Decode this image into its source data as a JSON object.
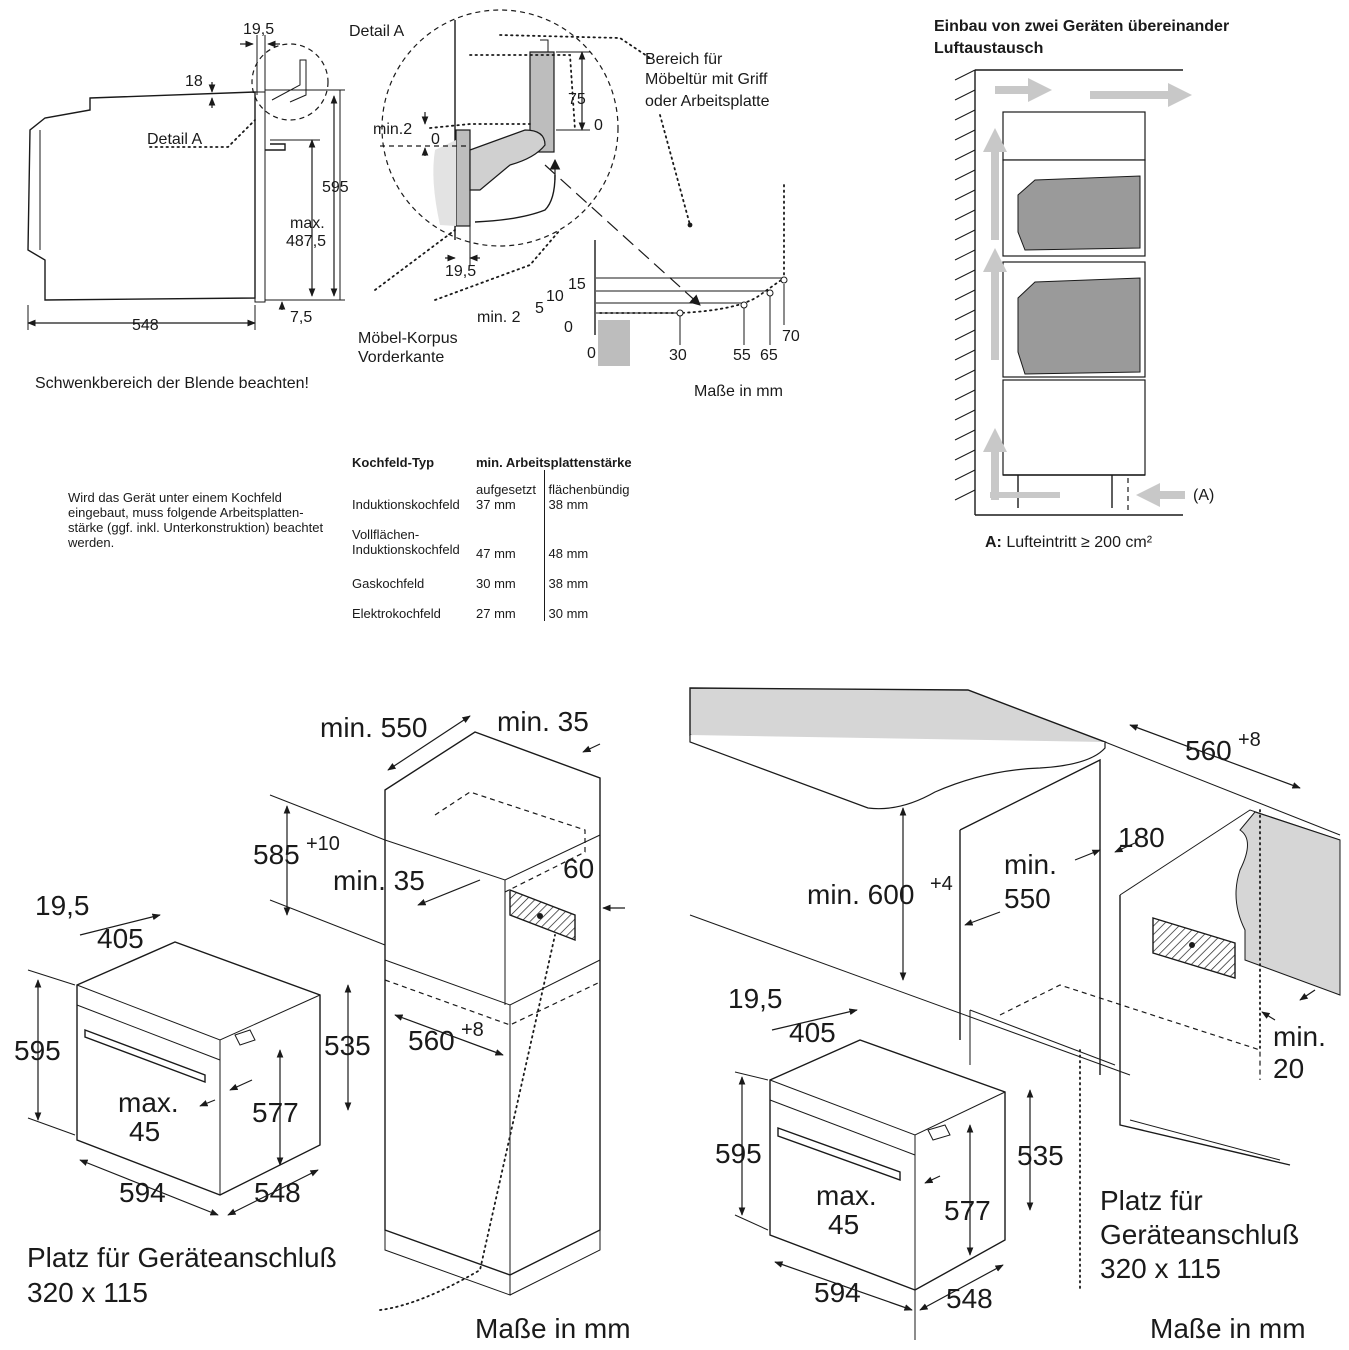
{
  "top_left": {
    "dim_19_5_top": "19,5",
    "dim_18": "18",
    "detail_a_label": "Detail A",
    "dim_595": "595",
    "dim_max": "max.",
    "dim_487_5": "487,5",
    "dim_548": "548",
    "dim_7_5": "7,5",
    "caution": "Schwenkbereich der Blende beachten!"
  },
  "detail_a": {
    "title": "Detail A",
    "area_label_line1": "Bereich für",
    "area_label_line2": "Möbeltür mit Griff",
    "area_label_line3": "oder Arbeitsplatte",
    "min2_top": "min.2",
    "zero_top": "0",
    "dim_75": "75",
    "zero_right": "0",
    "dim_19_5": "19,5",
    "corpus_line1": "Möbel-Korpus",
    "corpus_line2": "Vorderkante",
    "y15": "15",
    "y10": "10",
    "y5": "5",
    "y0": "0",
    "min2_bottom": "min. 2",
    "x0": "0",
    "x30": "30",
    "x55": "55",
    "x65": "65",
    "x70": "70",
    "units": "Maße in mm"
  },
  "note": {
    "text": "Wird das Gerät unter einem Kochfeld eingebaut, muss folgende Arbeitsplatten-stärke (ggf. inkl. Unterkonstruktion) beachtet werden."
  },
  "hob_table": {
    "col_type": "Kochfeld-Typ",
    "col_min": "min. Arbeitsplattenstärke",
    "sub_on": "aufgesetzt",
    "sub_flush": "flächenbündig",
    "rows": [
      {
        "type": "Induktionskochfeld",
        "on": "37 mm",
        "flush": "38 mm"
      },
      {
        "type": "Vollflächen-Induktionskochfeld",
        "on": "47 mm",
        "flush": "48 mm"
      },
      {
        "type": "Gaskochfeld",
        "on": "30 mm",
        "flush": "38 mm"
      },
      {
        "type": "Elektrokochfeld",
        "on": "27 mm",
        "flush": "30 mm"
      }
    ]
  },
  "two_units": {
    "title_line1": "Einbau von zwei Geräten übereinander",
    "title_line2": "Luftaustausch",
    "marker_a": "(A)",
    "caption_bold": "A:",
    "caption_text": " Lufteintritt ≥ 200 cm²"
  },
  "tall_cabinet": {
    "min550": "min. 550",
    "min35_top": "min. 35",
    "h585": "585",
    "h585_sup": "+10",
    "min35_mid": "min. 35",
    "d60": "60",
    "w560": "560",
    "w560_sup": "+8",
    "oven_19_5": "19,5",
    "oven_405": "405",
    "oven_595": "595",
    "oven_535": "535",
    "oven_max": "max.",
    "oven_45": "45",
    "oven_577": "577",
    "oven_594": "594",
    "oven_548": "548",
    "connection_line1": "Platz für Geräteanschluß",
    "connection_line2": "320 x 115",
    "units": "Maße in mm"
  },
  "under_counter": {
    "w560": "560",
    "w560_sup": "+8",
    "h600": "min. 600",
    "h600_sup": "+4",
    "d180": "180",
    "min_label": "min.",
    "min550": "550",
    "min20_line1": "min.",
    "min20_line2": "20",
    "oven_19_5": "19,5",
    "oven_405": "405",
    "oven_595": "595",
    "oven_535": "535",
    "oven_max": "max.",
    "oven_45": "45",
    "oven_577": "577",
    "oven_594": "594",
    "oven_548": "548",
    "connection_line1": "Platz für",
    "connection_line2": "Geräteanschluß",
    "connection_line3": "320 x 115",
    "units": "Maße in mm"
  }
}
